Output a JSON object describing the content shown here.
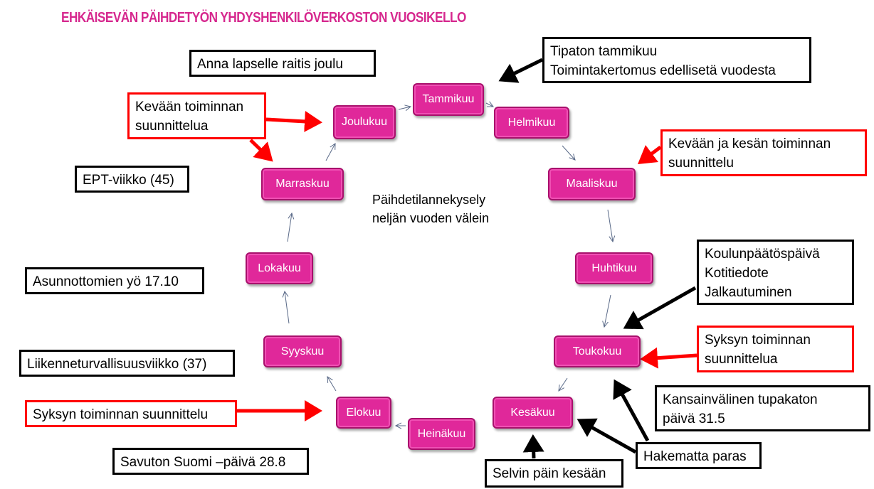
{
  "title": "EHKÄISEVÄN PÄIHDETYÖN YHDYSHENKILÖVERKOSTON VUOSIKELLO",
  "center_text": [
    "Päihdetilannekysely",
    "neljän vuoden välein"
  ],
  "months": {
    "tammikuu": "Tammikuu",
    "helmikuu": "Helmikuu",
    "maaliskuu": "Maaliskuu",
    "huhtikuu": "Huhtikuu",
    "toukokuu": "Toukokuu",
    "kesakuu": "Kesäkuu",
    "heinakuu": "Heinäkuu",
    "elokuu": "Elokuu",
    "syyskuu": "Syyskuu",
    "lokakuu": "Lokakuu",
    "marraskuu": "Marraskuu",
    "joulukuu": "Joulukuu"
  },
  "notes": {
    "anna": "Anna lapselle raitis joulu",
    "tipaton": [
      "Tipaton tammikuu",
      "Toimintakertomus edellisetä vuodesta"
    ],
    "kevaan": [
      "Kevään toiminnan",
      "suunnittelua"
    ],
    "kevaan_kesan": [
      "Kevään ja kesän toiminnan",
      "suunnittelu"
    ],
    "ept": "EPT-viikko (45)",
    "koulu": [
      "Koulunpäätöspäivä",
      "Kotitiedote",
      "Jalkautuminen"
    ],
    "asunnottomien": "Asunnottomien yö 17.10",
    "syksyn_a": [
      "Syksyn toiminnan",
      "suunnittelua"
    ],
    "liikenne": "Liikenneturvallisuusviikko (37)",
    "tupakaton": [
      "Kansainvälinen tupakaton",
      "päivä 31.5"
    ],
    "syksyn_b": "Syksyn toiminnan suunnittelu",
    "savuton": "Savuton Suomi –päivä 28.8",
    "hakematta": "Hakematta paras",
    "selvin": "Selvin päin kesään"
  },
  "colors": {
    "accent": "#e0289a",
    "title": "#d6288e",
    "red": "#ff0000"
  }
}
